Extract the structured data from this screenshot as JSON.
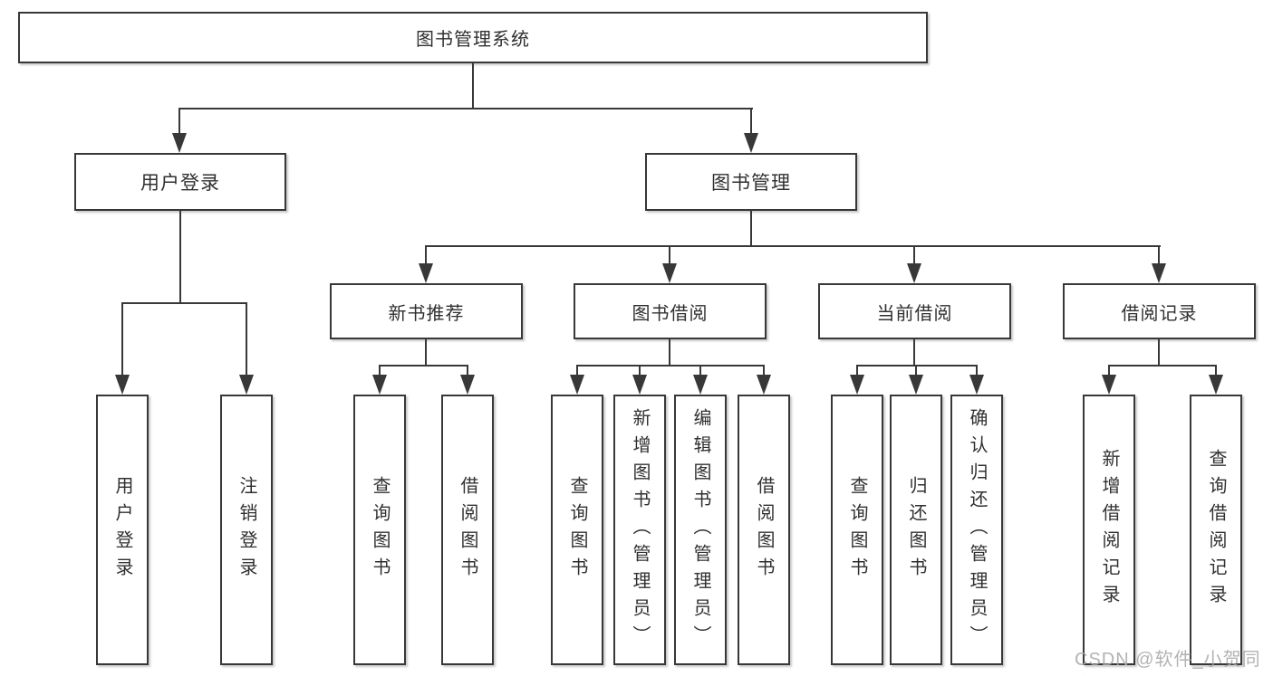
{
  "tree": {
    "root": {
      "label": "图书管理系统",
      "children": [
        {
          "label": "用户登录",
          "children": [
            {
              "label": "用户登录"
            },
            {
              "label": "注销登录"
            }
          ]
        },
        {
          "label": "图书管理",
          "children": [
            {
              "label": "新书推荐",
              "children": [
                {
                  "label": "查询图书"
                },
                {
                  "label": "借阅图书"
                }
              ]
            },
            {
              "label": "图书借阅",
              "children": [
                {
                  "label": "查询图书"
                },
                {
                  "label": "新增图书（管理员）"
                },
                {
                  "label": "编辑图书（管理员）"
                },
                {
                  "label": "借阅图书"
                }
              ]
            },
            {
              "label": "当前借阅",
              "children": [
                {
                  "label": "查询图书"
                },
                {
                  "label": "归还图书"
                },
                {
                  "label": "确认归还（管理员）"
                }
              ]
            },
            {
              "label": "借阅记录",
              "children": [
                {
                  "label": "新增借阅记录"
                },
                {
                  "label": "查询借阅记录"
                }
              ]
            }
          ]
        }
      ]
    }
  },
  "watermark": {
    "text": "CSDN @软件_小贺同学"
  },
  "colors": {
    "line": "#383838",
    "box_border": "#383838",
    "text": "#303030",
    "watermark": "#a9a9a9",
    "background": "#ffffff"
  }
}
